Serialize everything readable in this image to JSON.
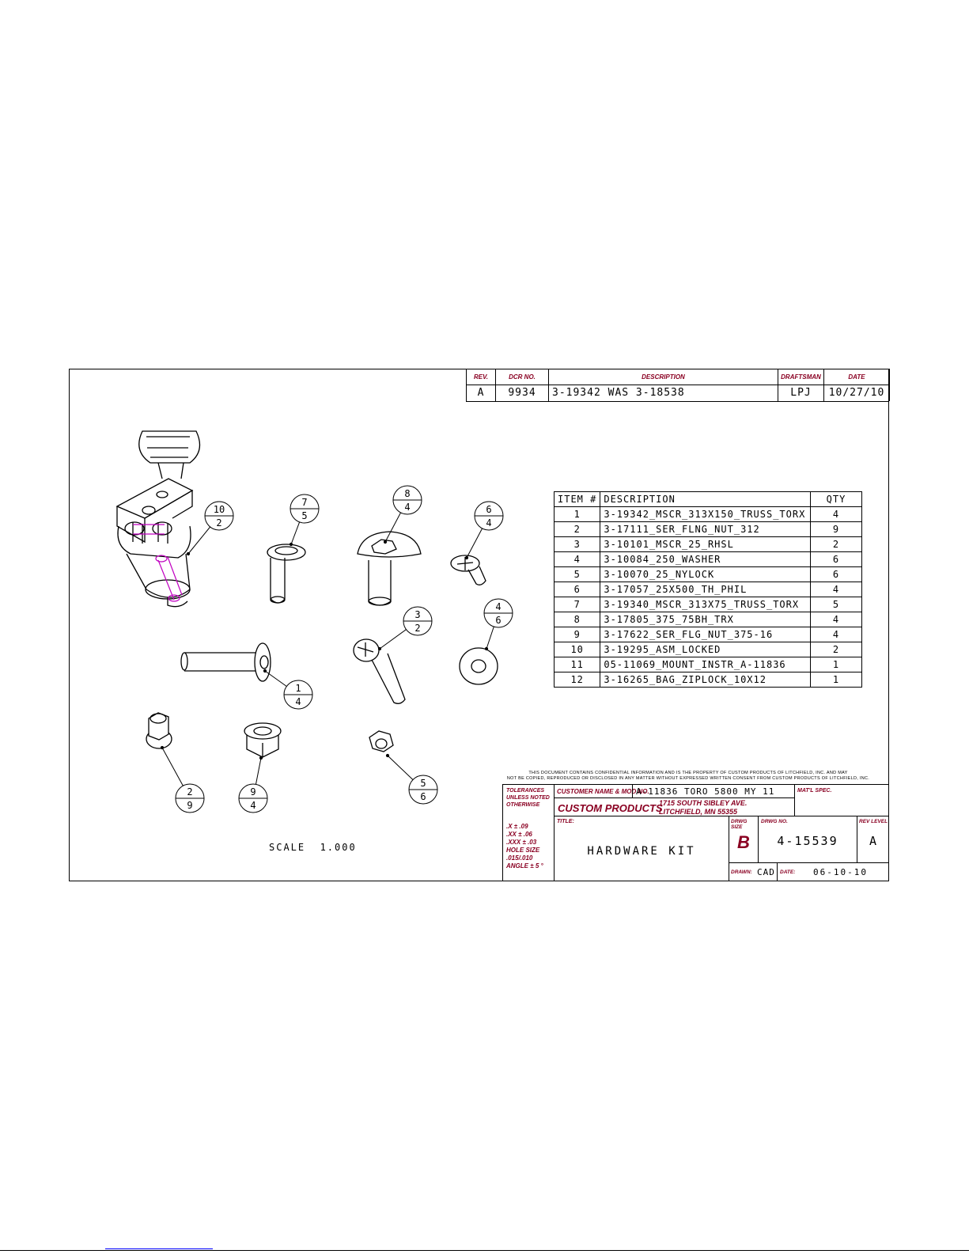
{
  "revision_block": {
    "headers": [
      "REV.",
      "DCR NO.",
      "DESCRIPTION",
      "DRAFTSMAN",
      "DATE"
    ],
    "row": [
      "A",
      "9934",
      "3-19342 WAS 3-18538",
      "LPJ",
      "10/27/10"
    ]
  },
  "bom": {
    "headers": [
      "ITEM #",
      "DESCRIPTION",
      "QTY"
    ],
    "rows": [
      [
        "1",
        "3-19342_MSCR_313X150_TRUSS_TORX",
        "4"
      ],
      [
        "2",
        "3-17111_SER_FLNG_NUT_312",
        "9"
      ],
      [
        "3",
        "3-10101_MSCR_25_RHSL",
        "2"
      ],
      [
        "4",
        "3-10084_250_WASHER",
        "6"
      ],
      [
        "5",
        "3-10070_25_NYLOCK",
        "6"
      ],
      [
        "6",
        "3-17057_25X500_TH_PHIL",
        "4"
      ],
      [
        "7",
        "3-19340_MSCR_313X75_TRUSS_TORX",
        "5"
      ],
      [
        "8",
        "3-17805_375_75BH_TRX",
        "4"
      ],
      [
        "9",
        "3-17622_SER_FLG_NUT_375-16",
        "4"
      ],
      [
        "10",
        "3-19295_ASM_LOCKED",
        "2"
      ],
      [
        "11",
        "05-11069_MOUNT_INSTR_A-11836",
        "1"
      ],
      [
        "12",
        "3-16265_BAG_ZIPLOCK_10X12",
        "1"
      ]
    ]
  },
  "balloons": [
    {
      "item": "10",
      "qty": "2"
    },
    {
      "item": "7",
      "qty": "5"
    },
    {
      "item": "8",
      "qty": "4"
    },
    {
      "item": "6",
      "qty": "4"
    },
    {
      "item": "3",
      "qty": "2"
    },
    {
      "item": "4",
      "qty": "6"
    },
    {
      "item": "1",
      "qty": "4"
    },
    {
      "item": "2",
      "qty": "9"
    },
    {
      "item": "9",
      "qty": "4"
    },
    {
      "item": "5",
      "qty": "6"
    }
  ],
  "scale_label": "SCALE  1.000",
  "confidential_notice": [
    "THIS DOCUMENT CONTAINS CONFIDENTIAL INFORMATION AND IS THE PROPERTY OF CUSTOM PRODUCTS OF LITCHFIELD, INC. AND MAY",
    "NOT BE COPIED, REPRODUCED OR DISCLOSED IN ANY MATTER WITHOUT EXPRESSED WRITTEN CONSENT FROM CUSTOM PRODUCTS OF LITCHFIELD, INC."
  ],
  "title_block": {
    "tolerances_label": [
      "TOLERANCES",
      "UNLESS NOTED",
      "OTHERWISE"
    ],
    "tolerances": [
      ".X  ± .09",
      ".XX  ± .06",
      ".XXX  ± .03",
      "HOLE SIZE",
      ".015/.010",
      "ANGLE  ± 5 °"
    ],
    "customer_label": "CUSTOMER NAME & MOD NO.",
    "customer_value": "A-11836 TORO 5800 MY 11",
    "matl_spec_label": "MAT'L SPEC.",
    "company_name": "CUSTOM PRODUCTS",
    "address_line1": "1715 SOUTH SIBLEY AVE.",
    "address_line2": "LITCHFIELD, MN 55355",
    "title_label": "TITLE:",
    "title_value": "HARDWARE KIT",
    "dwg_size_label": "DRWG SIZE",
    "dwg_size_value": "B",
    "dwg_no_label": "DRWG NO.",
    "dwg_no_value": "4-15539",
    "rev_level_label": "REV LEVEL",
    "rev_level_value": "A",
    "drawn_label": "DRAWN:",
    "drawn_value": "CAD",
    "date_label": "DATE:",
    "date_value": "06-10-10"
  },
  "colors": {
    "header_red": "#8a0022",
    "magenta": "#c000c0"
  }
}
